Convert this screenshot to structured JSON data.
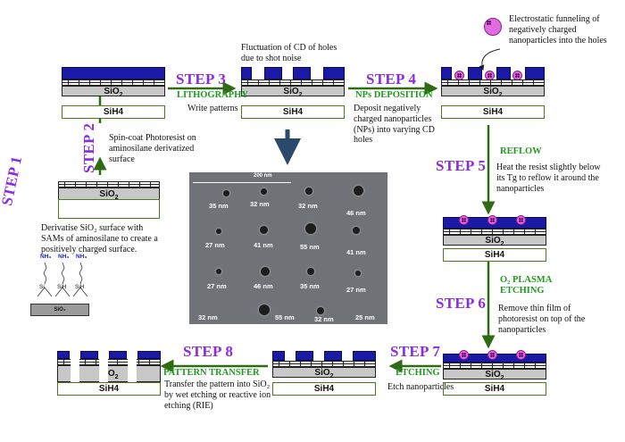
{
  "layers": {
    "sih4": "SiH4",
    "sio2": "SiO",
    "sio2_sub": "2"
  },
  "steps": {
    "s1": {
      "title": "STEP 1",
      "desc": "Derivatise SiO₂ surface with SAMs of aminosilane to create a positively charged surface."
    },
    "s2": {
      "title": "STEP 2",
      "desc": "Spin-coat Photoresist on aminosilane derivatized surface"
    },
    "s3": {
      "title": "STEP 3",
      "label": "LITHOGRAPHY",
      "desc": "Write patterns",
      "note": "Fluctuation of CD of holes due to shot noise"
    },
    "s4": {
      "title": "STEP 4",
      "label": "NPs DEPOSITION",
      "desc": "Deposit negatively charged nanoparticles (NPs) into varying CD holes",
      "note": "Electrostatic funneling of negatively charged nanoparticles into the holes"
    },
    "s5": {
      "title": "STEP 5",
      "label": "REFLOW",
      "desc": "Heat the resist slightly below its Tg to reflow it around the nanoparticles"
    },
    "s6": {
      "title": "STEP 6",
      "label": "O₂ PLASMA ETCHING",
      "desc": "Remove thin film of photoresist on top of the nanoparticles"
    },
    "s7": {
      "title": "STEP 7",
      "label": "ETCHING",
      "desc": "Etch nanoparticles"
    },
    "s8": {
      "title": "STEP 8",
      "label": "PATTERN TRANSFER",
      "desc": "Transfer the pattern into SiO₂ by wet etching or reactive ion etching (RIE)"
    }
  },
  "molecule": {
    "nh": "NH₃",
    "si": "Si",
    "sih": "SiH",
    "o": "O",
    "base": "SiO₂"
  },
  "sem": {
    "scale_bar": "200 nm",
    "cd_labels": [
      "35 nm",
      "32 nm",
      "32 nm",
      "46 nm",
      "27 nm",
      "41 nm",
      "55 nm",
      "41 nm",
      "27 nm",
      "46 nm",
      "35 nm",
      "27 nm",
      "32 nm",
      "55 nm",
      "32 nm",
      "25 nm"
    ]
  },
  "colors": {
    "step_title": "#8a2be2",
    "step_label": "#1f9a1f",
    "resist": "#1a1aa6",
    "arrow": "#2e6b12",
    "nanoparticle": "#e06be0"
  }
}
